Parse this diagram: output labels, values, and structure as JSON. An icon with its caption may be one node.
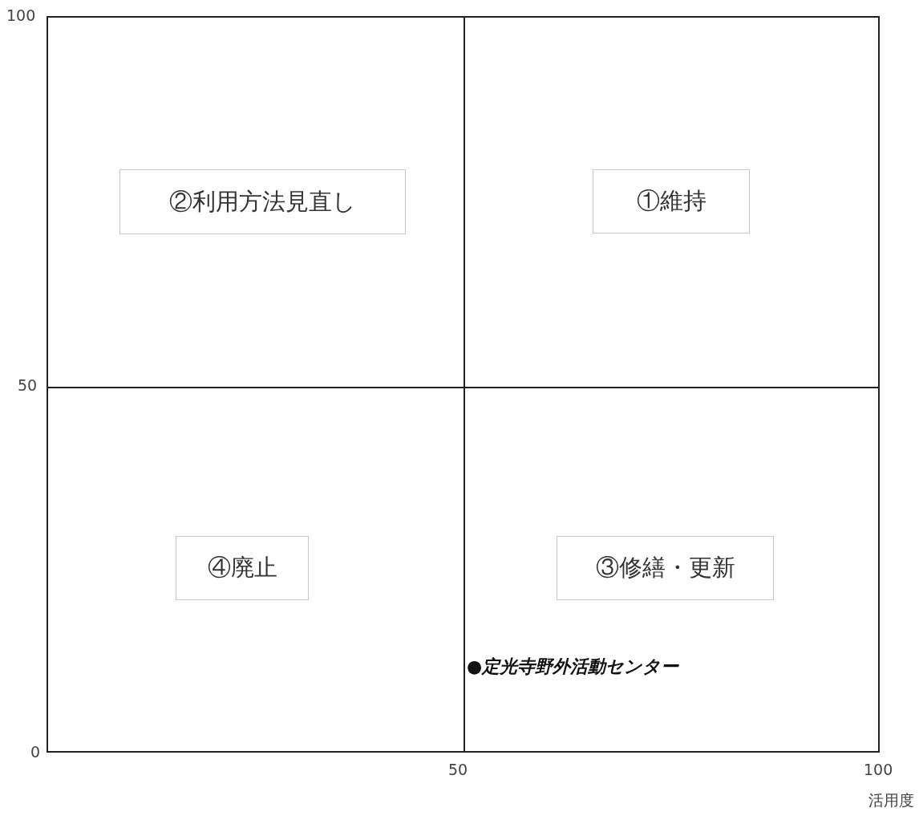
{
  "diagram": {
    "nodes": [
      {
        "text": [
          "②利用方法見直し"
        ]
      },
      {
        "text": [
          "①維持"
        ]
      },
      {
        "text": [
          "④廃止"
        ]
      },
      {
        "text": [
          "③修繕・更新"
        ]
      }
    ],
    "labels": [
      "100",
      "50",
      "●定光寺野外活動センター",
      "0",
      "50",
      "100",
      "活用度"
    ]
  }
}
